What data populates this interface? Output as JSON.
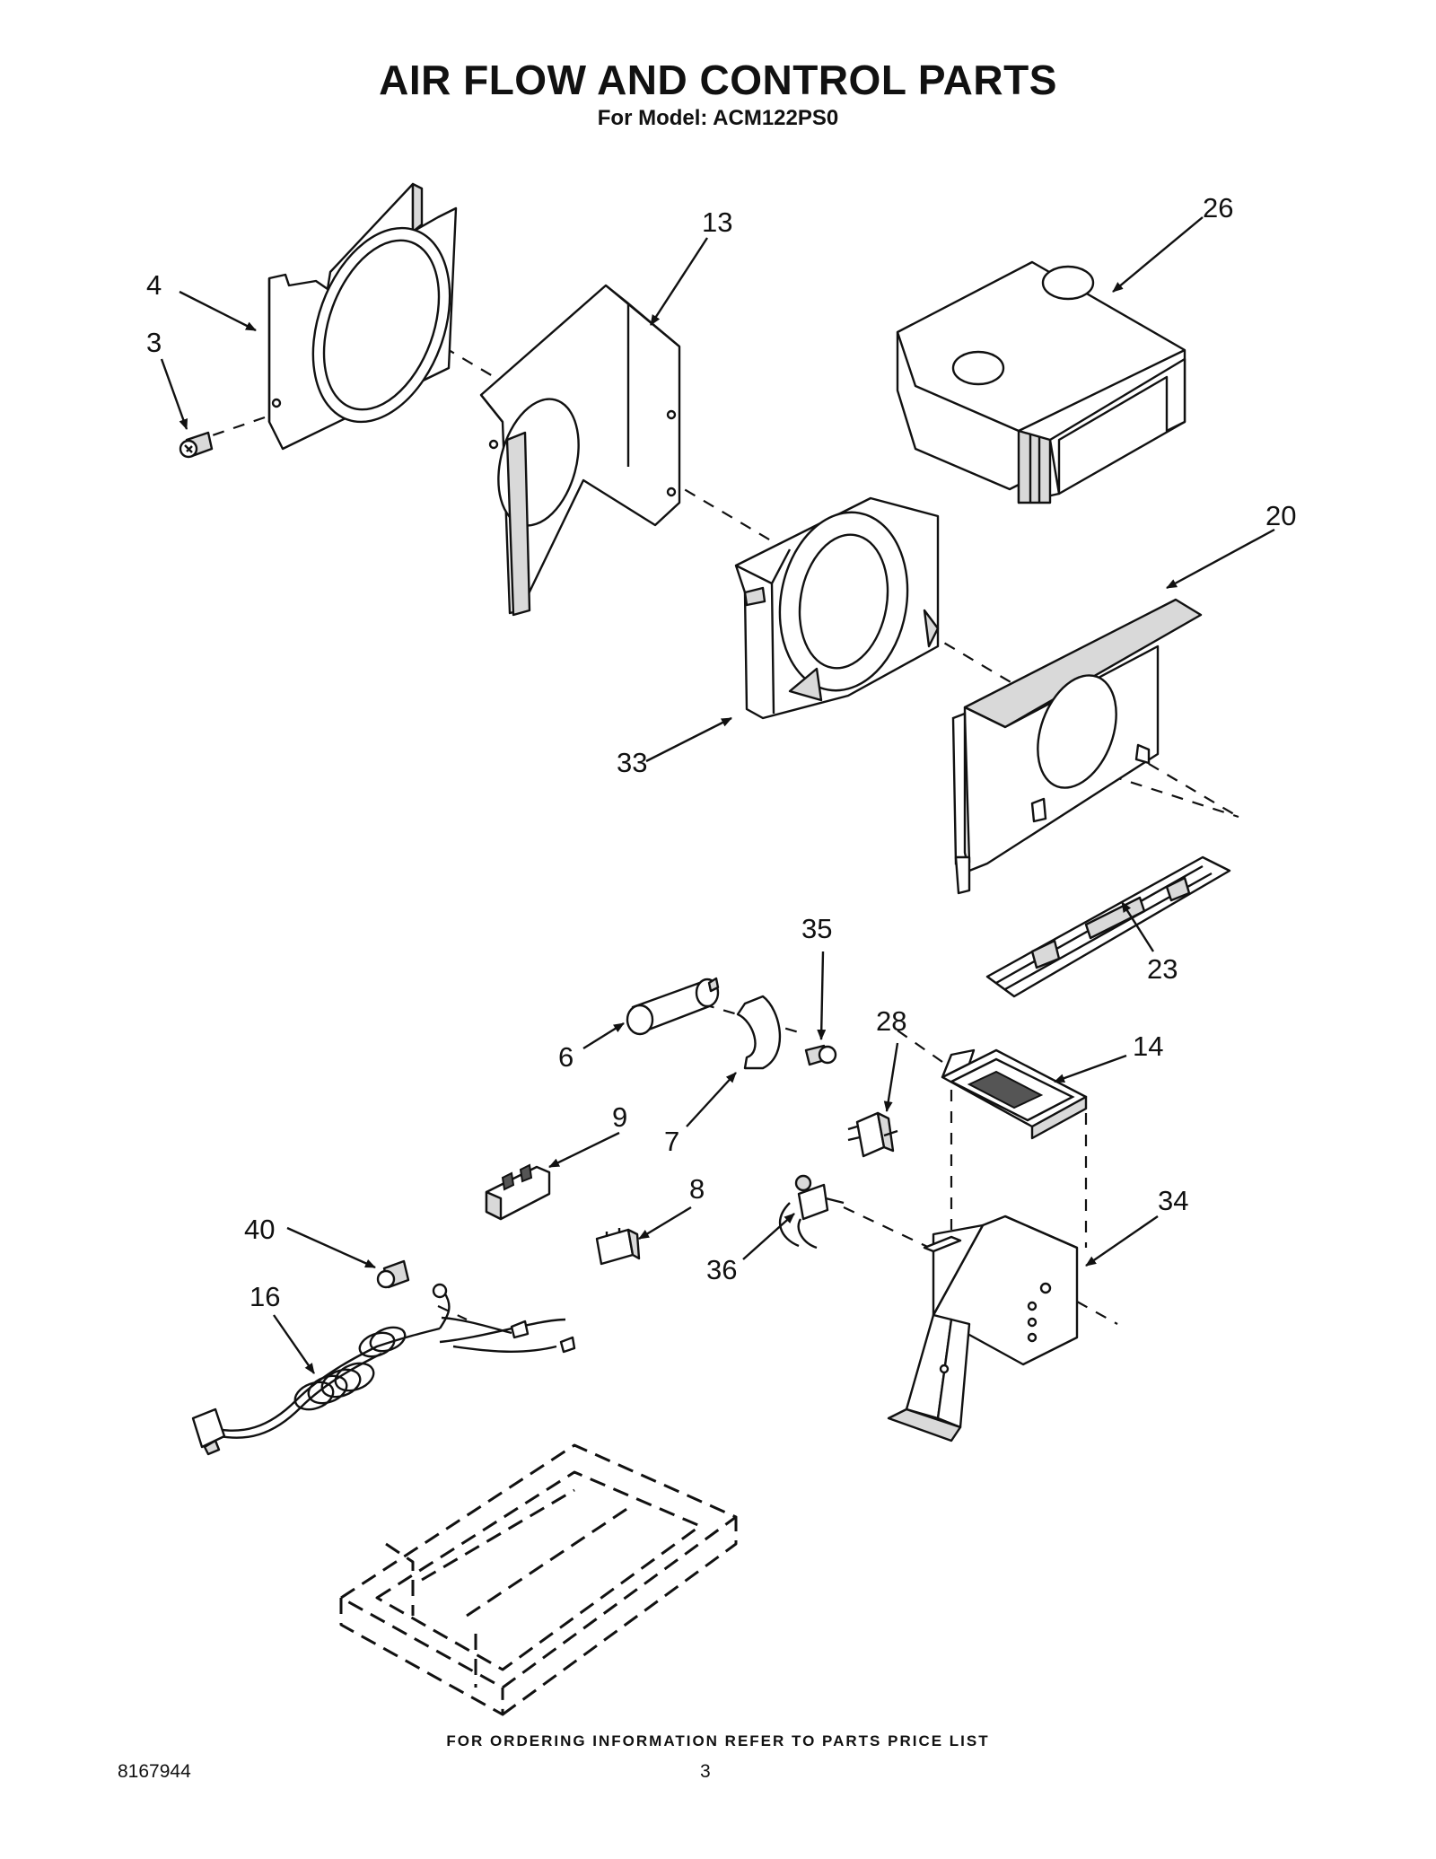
{
  "header": {
    "title": "AIR FLOW AND CONTROL PARTS",
    "subtitle": "For Model: ACM122PS0"
  },
  "diagram": {
    "callouts": [
      "3",
      "4",
      "13",
      "26",
      "20",
      "33",
      "23",
      "35",
      "6",
      "7",
      "28",
      "14",
      "9",
      "8",
      "34",
      "36",
      "40",
      "16"
    ]
  },
  "footer": {
    "ordering_note": "FOR ORDERING INFORMATION REFER TO PARTS PRICE LIST",
    "document_number": "8167944",
    "page_number": "3"
  }
}
